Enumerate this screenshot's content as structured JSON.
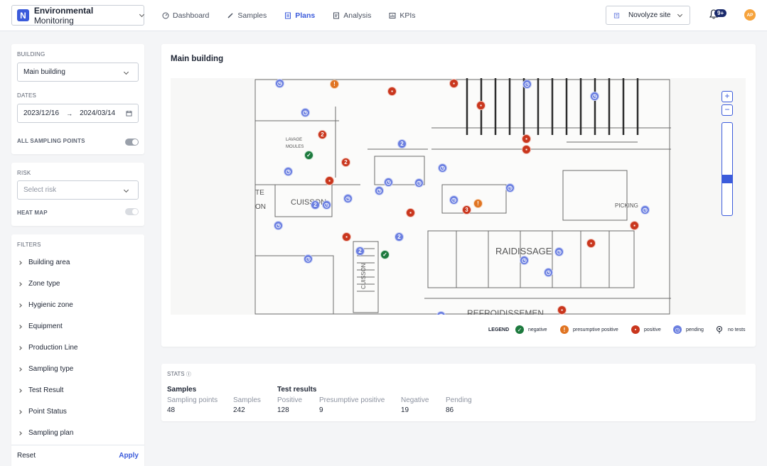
{
  "app": {
    "name_bold": "Environmental",
    "name_rest": " Monitoring",
    "logo_letter": "N"
  },
  "nav": [
    {
      "label": "Dashboard",
      "icon": "dashboard-icon"
    },
    {
      "label": "Samples",
      "icon": "pen-icon"
    },
    {
      "label": "Plans",
      "icon": "document-icon",
      "active": true
    },
    {
      "label": "Analysis",
      "icon": "report-icon"
    },
    {
      "label": "KPIs",
      "icon": "chart-icon"
    }
  ],
  "site": {
    "label": "Novolyze site"
  },
  "notifications": {
    "badge": "9+"
  },
  "user": {
    "initials": "AP"
  },
  "building_panel": {
    "building_label": "BUILDING",
    "building_value": "Main building",
    "dates_label": "DATES",
    "date_from": "2023/12/16",
    "date_arrow": "→",
    "date_to": "2024/03/14",
    "all_points_label": "ALL SAMPLING POINTS"
  },
  "risk_panel": {
    "risk_label": "RISK",
    "risk_placeholder": "Select risk",
    "heatmap_label": "HEAT MAP"
  },
  "filters_panel": {
    "label": "FILTERS",
    "items": [
      "Building area",
      "Zone type",
      "Hygienic zone",
      "Equipment",
      "Production Line",
      "Sampling type",
      "Test Result",
      "Point Status",
      "Sampling plan"
    ],
    "reset": "Reset",
    "apply": "Apply"
  },
  "map": {
    "title": "Main building",
    "zoom_in": "+",
    "zoom_out": "−",
    "zoom_level": 0.25,
    "floor_labels": [
      "LAVAGE",
      "MOULES",
      "RAIDISSAGE",
      "REFROIDISSEMEN",
      "PICKING",
      "CUISSON",
      "TE",
      "ON",
      "CUISSON"
    ],
    "legend": {
      "label": "LEGEND",
      "negative": "negative",
      "presumptive": "presumptive positive",
      "positive": "positive",
      "pending": "pending",
      "no_tests": "no tests"
    },
    "colors": {
      "pending": "#6b7fe0",
      "positive": "#c9361d",
      "negative": "#1d7a3e",
      "presumptive": "#e07422",
      "accent": "#3b5bdb"
    }
  },
  "stats": {
    "label": "STATS",
    "samples_group": "Samples",
    "test_group": "Test results",
    "items": [
      {
        "name": "Sampling points",
        "value": "48"
      },
      {
        "name": "Samples",
        "value": "242"
      },
      {
        "name": "Positive",
        "value": "128"
      },
      {
        "name": "Presumptive positive",
        "value": "9"
      },
      {
        "name": "Negative",
        "value": "19"
      },
      {
        "name": "Pending",
        "value": "86"
      }
    ]
  }
}
